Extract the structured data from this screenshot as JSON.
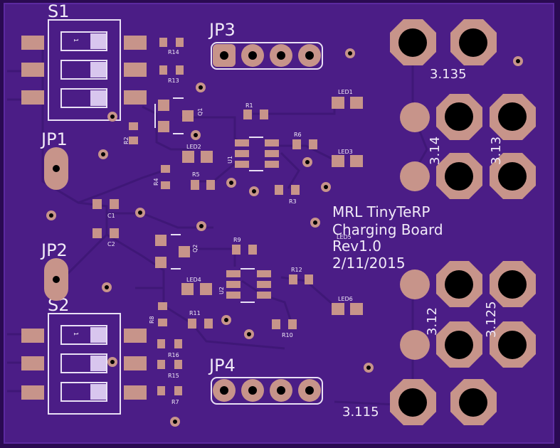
{
  "board": {
    "title_lines": [
      "MRL TinyTeRP",
      "Charging Board",
      "Rev1.0",
      "2/11/2015"
    ],
    "colors": {
      "soldermask": "#4b1d86",
      "pad": "#c7948a",
      "silk": "#f1eaf8",
      "background": "#2a0a52"
    }
  },
  "labels": {
    "S1": "S1",
    "S2": "S2",
    "JP1": "JP1",
    "JP2": "JP2",
    "JP3": "JP3",
    "JP4": "JP4",
    "pad_3135": "3.135",
    "pad_314": "3.14",
    "pad_313": "3.13",
    "pad_312": "3.12",
    "pad_3125": "3.125",
    "pad_3115": "3.115",
    "R14": "R14",
    "R13": "R13",
    "R16": "R16",
    "R15": "R15",
    "R7": "R7",
    "R2": "R2",
    "R1": "R1",
    "R6": "R6",
    "R5": "R5",
    "R4": "R4",
    "R3": "R3",
    "R9": "R9",
    "R12": "R12",
    "R8": "R8",
    "R11": "R11",
    "R10": "R10",
    "LED1": "LED1",
    "LED2": "LED2",
    "LED3": "LED3",
    "LED4": "LED4",
    "LED5": "LED5",
    "LED6": "LED6",
    "Q1": "Q1",
    "Q2": "Q2",
    "U1": "U1",
    "U2": "U2",
    "C1": "C1",
    "C2": "C2",
    "switch_pin1": "1"
  }
}
